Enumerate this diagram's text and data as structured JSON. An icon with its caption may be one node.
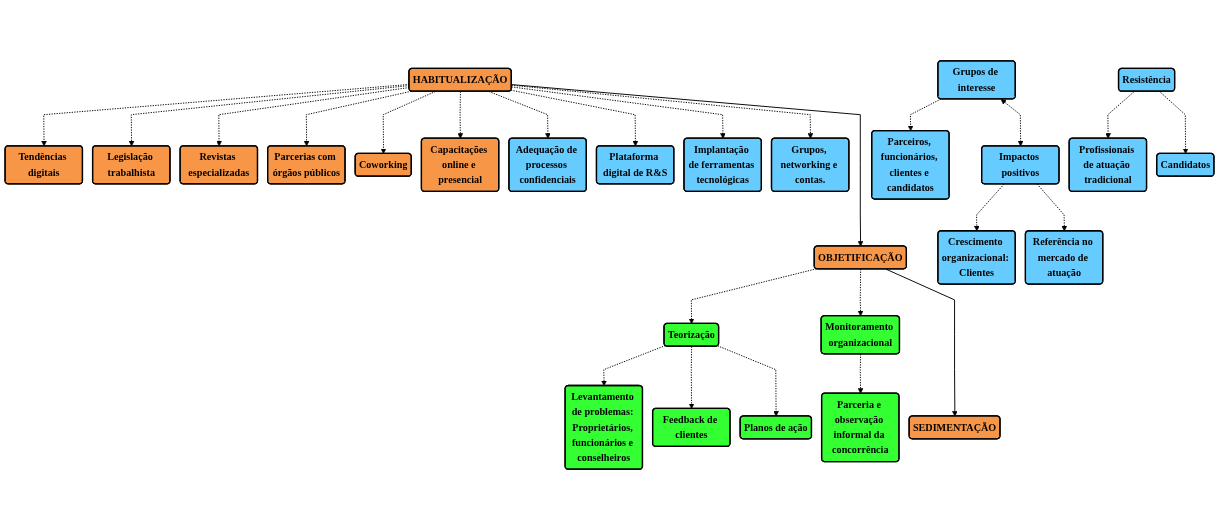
{
  "diagram": {
    "nodes": [
      {
        "text": [
          "Tendências digitais"
        ]
      },
      {
        "text": [
          "Legislação trabalhista"
        ]
      },
      {
        "text": [
          "Revistas especializadas"
        ]
      },
      {
        "text": [
          "HABITUALIZAÇÃO"
        ]
      },
      {
        "text": [
          "Parcerias com órgãos públicos"
        ]
      },
      {
        "text": [
          "Coworking"
        ]
      },
      {
        "text": [
          "Capacitações online e presencial"
        ]
      },
      {
        "text": [
          "Adequação de processos confidenciais"
        ]
      },
      {
        "text": [
          "Plataforma digital de R&S"
        ]
      },
      {
        "text": [
          "Implantação de ferramentas tecnológicas"
        ]
      },
      {
        "text": [
          "Grupos, networking e contas."
        ]
      },
      {
        "text": [
          "Levantamento de problemas: Proprietários, funcionários e conselheiros"
        ]
      },
      {
        "text": [
          "Feedback de clientes"
        ]
      },
      {
        "text": [
          "Planos de ação"
        ]
      },
      {
        "text": [
          "Teorização"
        ]
      },
      {
        "text": [
          "OBJETIFICAÇÃO"
        ]
      },
      {
        "text": [
          "Monitoramento organizacional"
        ]
      },
      {
        "text": [
          "Parceria e observação informal da concorrência"
        ]
      },
      {
        "text": [
          "Parceiros, funcionários, clientes e candidatos"
        ]
      },
      {
        "text": [
          "Grupos de interesse"
        ]
      },
      {
        "text": [
          "Impactos positivos"
        ]
      },
      {
        "text": [
          "Crescimento organizacional: Clientes"
        ]
      },
      {
        "text": [
          "Referência no mercado de atuação"
        ]
      },
      {
        "text": [
          "Profissionais de atuação tradicional"
        ]
      },
      {
        "text": [
          "Candidatos"
        ]
      },
      {
        "text": [
          "Resistência"
        ]
      },
      {
        "text": [
          "SEDIMENTAÇÃO"
        ]
      }
    ],
    "edges": [
      {
        "from": 3,
        "to": 0,
        "arrow": "to",
        "style": "dashed"
      },
      {
        "from": 3,
        "to": 1,
        "arrow": "to",
        "style": "dashed"
      },
      {
        "from": 3,
        "to": 2,
        "arrow": "to",
        "style": "dashed"
      },
      {
        "from": 3,
        "to": 4,
        "arrow": "to",
        "style": "dashed"
      },
      {
        "from": 3,
        "to": 5,
        "arrow": "to",
        "style": "dashed"
      },
      {
        "from": 3,
        "to": 6,
        "arrow": "to",
        "style": "dashed"
      },
      {
        "from": 3,
        "to": 7,
        "arrow": "to",
        "style": "dashed"
      },
      {
        "from": 3,
        "to": 8,
        "arrow": "to",
        "style": "dashed"
      },
      {
        "from": 3,
        "to": 9,
        "arrow": "to",
        "style": "dashed"
      },
      {
        "from": 3,
        "to": 10,
        "arrow": "to",
        "style": "dashed"
      },
      {
        "from": 3,
        "to": 15,
        "arrow": "to"
      },
      {
        "from": 15,
        "to": 14,
        "arrow": "to",
        "style": "dashed"
      },
      {
        "from": 15,
        "to": 16,
        "arrow": "to",
        "style": "dashed"
      },
      {
        "from": 14,
        "to": 11,
        "arrow": "to",
        "style": "dashed"
      },
      {
        "from": 14,
        "to": 12,
        "arrow": "to",
        "style": "dashed"
      },
      {
        "from": 14,
        "to": 13,
        "arrow": "to",
        "style": "dashed"
      },
      {
        "from": 16,
        "to": 17,
        "arrow": "to",
        "style": "dashed"
      },
      {
        "from": 15,
        "to": 26,
        "arrow": "to"
      },
      {
        "from": 19,
        "to": 18,
        "arrow": "to",
        "style": "dashed"
      },
      {
        "from": 19,
        "to": 20,
        "arrow": "both",
        "style": "dashed"
      },
      {
        "from": 20,
        "to": 21,
        "arrow": "to",
        "style": "dashed"
      },
      {
        "from": 20,
        "to": 22,
        "arrow": "to",
        "style": "dashed"
      },
      {
        "from": 25,
        "to": 23,
        "arrow": "to",
        "style": "dashed"
      },
      {
        "from": 25,
        "to": 24,
        "arrow": "to",
        "style": "dashed"
      }
    ]
  }
}
